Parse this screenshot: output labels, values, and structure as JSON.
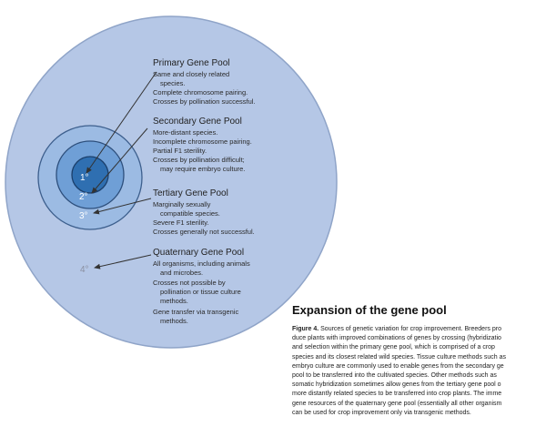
{
  "diagram": {
    "pools": [
      {
        "number": "1°",
        "title": "Primary Gene Pool",
        "lines": [
          "Same and closely related",
          "species.",
          "Complete chromosome pairing.",
          "Crosses by pollination successful."
        ]
      },
      {
        "number": "2°",
        "title": "Secondary Gene Pool",
        "lines": [
          "More-distant species.",
          "Incomplete chromosome pairing.",
          "Partial F1 sterility.",
          "Crosses by pollination difficult;",
          "may require embryo culture."
        ]
      },
      {
        "number": "3°",
        "title": "Tertiary Gene Pool",
        "lines": [
          "Marginally sexually",
          "compatible species.",
          "Severe F1 sterility.",
          "Crosses generally not successful."
        ]
      },
      {
        "number": "4°",
        "title": "Quaternary Gene Pool",
        "lines": [
          "All organisms, including animals",
          "and microbes.",
          "Crosses not possible by",
          "pollination or tissue culture",
          "methods.",
          "Gene transfer via transgenic",
          "methods."
        ]
      }
    ],
    "colors": {
      "outer_circle": "#b5c7e6",
      "outer_stroke": "#8fa4c8",
      "tertiary_ring": "#9cbbe3",
      "secondary_ring": "#6f9fd6",
      "primary_core": "#2f6fb1",
      "arrow": "#333333"
    }
  },
  "caption": {
    "title": "Expansion of the gene pool",
    "figure_label": "Figure 4.",
    "lines": [
      "Sources of genetic variation for crop improvement. Breeders pro",
      "duce plants with improved combinations of genes by crossing (hybridizatio",
      "and selection within the primary gene pool, which is comprised of a crop",
      "species and its closest related wild species. Tissue culture methods such as",
      "embryo culture are commonly used to enable genes from the secondary ge",
      "pool to be transferred into the cultivated species. Other methods such as",
      "somatic hybridization sometimes allow genes from the tertiary gene pool o",
      "more distantly related species to be transferred into crop plants. The imme",
      "gene resources of the quaternary gene pool (essentially all other organism",
      "can be used for crop improvement only via transgenic methods."
    ]
  }
}
